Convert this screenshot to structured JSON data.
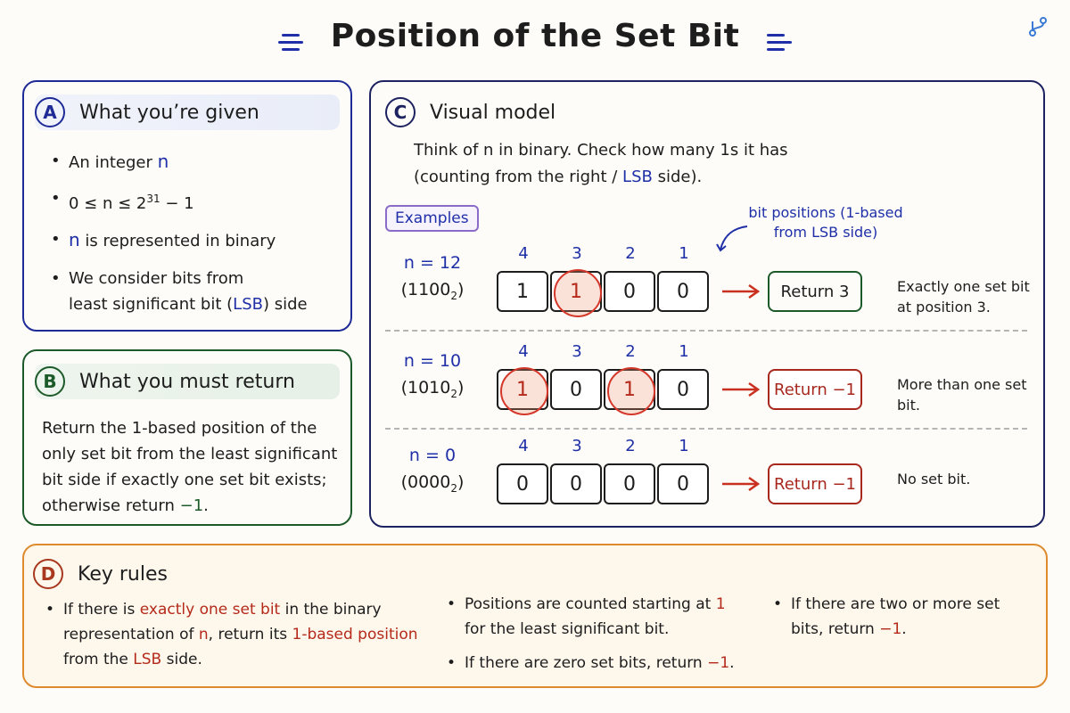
{
  "title": "Position of the Set Bit",
  "panels": {
    "a": {
      "badge": "A",
      "title": "What you’re given",
      "items": [
        {
          "pre": "An integer ",
          "hl": "n",
          "post": ""
        },
        {
          "range_text": "0 ≤ n ≤ 2",
          "exp": "31",
          "tail": " − 1"
        },
        {
          "pre": "",
          "hl": "n",
          "post": " is represented in binary"
        },
        {
          "line1": "We consider bits from",
          "line2_pre": "least significant bit (",
          "hl": "LSB",
          "line2_post": ") side"
        }
      ]
    },
    "b": {
      "badge": "B",
      "title": "What you must return",
      "body_pre": "Return the 1-based position of the only set bit from the least significant bit side if exactly one set bit exists; otherwise return ",
      "body_hl": "−1",
      "body_post": "."
    },
    "c": {
      "badge": "C",
      "title": "Visual model",
      "intro_1": "Think of n in binary. Check how many 1s it has",
      "intro_2_pre": "(counting from the right / ",
      "intro_2_hl": "LSB",
      "intro_2_post": " side).",
      "examples_label": "Examples",
      "bitpos_note": "bit positions (1-based from LSB side)",
      "positions": [
        "4",
        "3",
        "2",
        "1"
      ],
      "rows": [
        {
          "n": "n = 12",
          "bin": "1100",
          "base": "2",
          "bits": [
            "1",
            "1",
            "0",
            "0"
          ],
          "set": [
            false,
            true,
            false,
            false
          ],
          "ret": "Return 3",
          "ok": true,
          "note": "Exactly one set bit at position 3."
        },
        {
          "n": "n = 10",
          "bin": "1010",
          "base": "2",
          "bits": [
            "1",
            "0",
            "1",
            "0"
          ],
          "set": [
            true,
            false,
            true,
            false
          ],
          "ret": "Return −1",
          "ok": false,
          "note": "More than one set bit."
        },
        {
          "n": "n = 0",
          "bin": "0000",
          "base": "2",
          "bits": [
            "0",
            "0",
            "0",
            "0"
          ],
          "set": [
            false,
            false,
            false,
            false
          ],
          "ret": "Return −1",
          "ok": false,
          "note": "No set bit."
        }
      ]
    },
    "d": {
      "badge": "D",
      "title": "Key rules",
      "rule1": {
        "a": "If there is ",
        "b": "exactly one set bit",
        "c": " in the binary representation of ",
        "d": "n",
        "e": ", return its ",
        "f": "1-based position",
        "g": " from the ",
        "h": "LSB",
        "i": " side."
      },
      "rule2": {
        "a": "Positions are counted starting at ",
        "b": "1",
        "c": " for the least significant bit."
      },
      "rule3": {
        "a": "If there are zero set bits, return ",
        "b": "−1",
        "c": "."
      },
      "rule4": {
        "a": "If there are two or more set bits, return ",
        "b": "−1",
        "c": "."
      }
    }
  },
  "colors": {
    "blue": "#1f2fa8",
    "red": "#b52a1a",
    "green": "#1d5a2a",
    "orange": "#e08a2e"
  }
}
